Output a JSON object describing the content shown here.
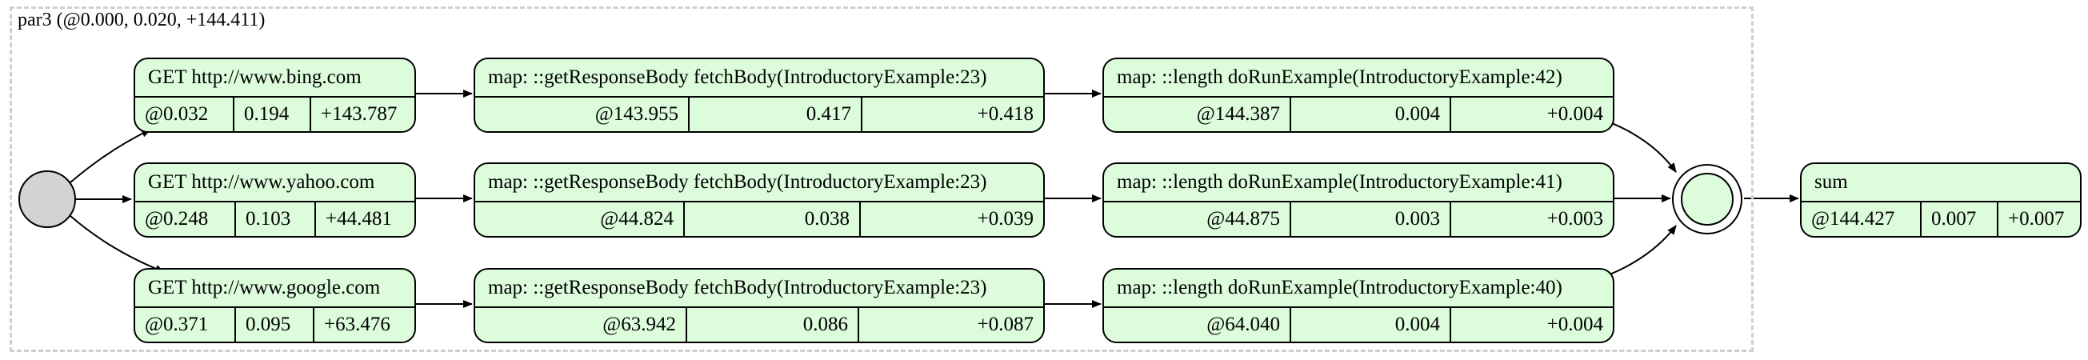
{
  "cluster": {
    "label": "par3 (@0.000, 0.020, +144.411)"
  },
  "rows": [
    {
      "request": {
        "title": "GET http://www.bing.com",
        "cells": [
          "@0.032",
          "0.194",
          "+143.787"
        ]
      },
      "body": {
        "title": "map: ::getResponseBody fetchBody(IntroductoryExample:23)",
        "cells": [
          "@143.955",
          "0.417",
          "+0.418"
        ]
      },
      "length": {
        "title": "map: ::length doRunExample(IntroductoryExample:42)",
        "cells": [
          "@144.387",
          "0.004",
          "+0.004"
        ]
      }
    },
    {
      "request": {
        "title": "GET http://www.yahoo.com",
        "cells": [
          "@0.248",
          "0.103",
          "+44.481"
        ]
      },
      "body": {
        "title": "map: ::getResponseBody fetchBody(IntroductoryExample:23)",
        "cells": [
          "@44.824",
          "0.038",
          "+0.039"
        ]
      },
      "length": {
        "title": "map: ::length doRunExample(IntroductoryExample:41)",
        "cells": [
          "@44.875",
          "0.003",
          "+0.003"
        ]
      }
    },
    {
      "request": {
        "title": "GET http://www.google.com",
        "cells": [
          "@0.371",
          "0.095",
          "+63.476"
        ]
      },
      "body": {
        "title": "map: ::getResponseBody fetchBody(IntroductoryExample:23)",
        "cells": [
          "@63.942",
          "0.086",
          "+0.087"
        ]
      },
      "length": {
        "title": "map: ::length doRunExample(IntroductoryExample:40)",
        "cells": [
          "@64.040",
          "0.004",
          "+0.004"
        ]
      }
    }
  ],
  "sum": {
    "title": "sum",
    "cells": [
      "@144.427",
      "0.007",
      "+0.007"
    ]
  },
  "colors": {
    "node_fill": "#dcfcdc",
    "start_fill": "#d3d3d3",
    "cluster_border": "#cfcfcf"
  }
}
